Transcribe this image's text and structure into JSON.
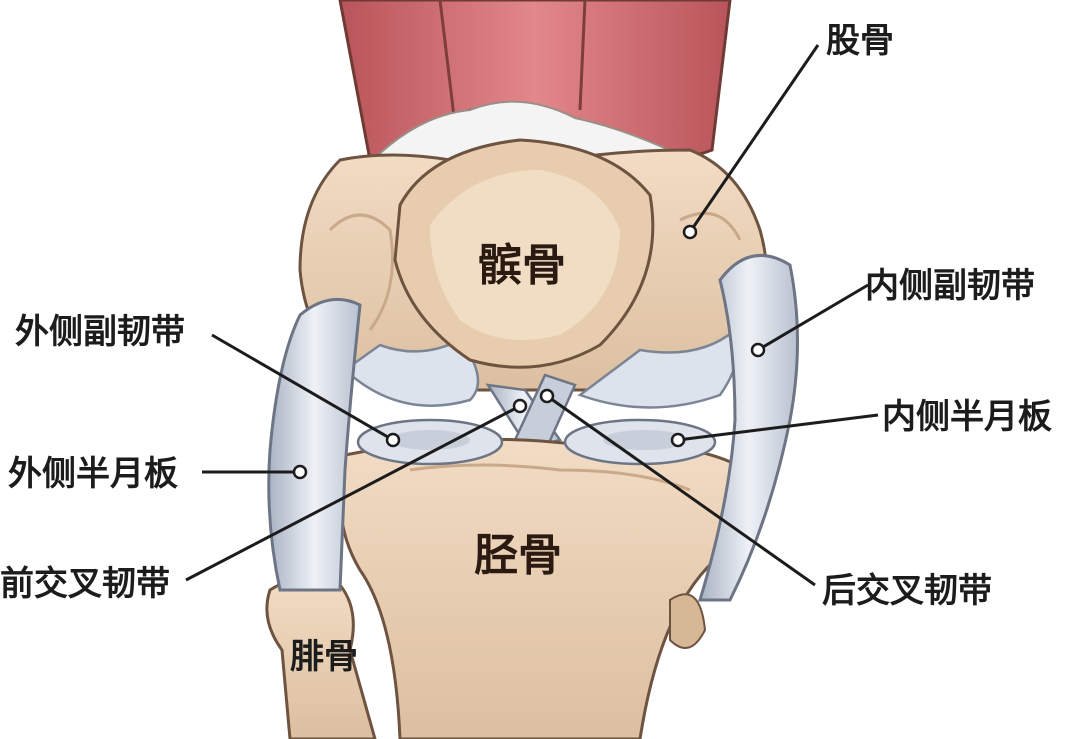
{
  "labels": {
    "femur": "股骨",
    "patella": "髌骨",
    "tibia": "胫骨",
    "fibula": "腓骨",
    "lateral_collateral_ligament": "外侧副韧带",
    "medial_collateral_ligament": "内侧副韧带",
    "lateral_meniscus": "外侧半月板",
    "medial_meniscus": "内侧半月板",
    "anterior_cruciate_ligament": "前交叉韧带",
    "posterior_cruciate_ligament": "后交叉韧带"
  }
}
